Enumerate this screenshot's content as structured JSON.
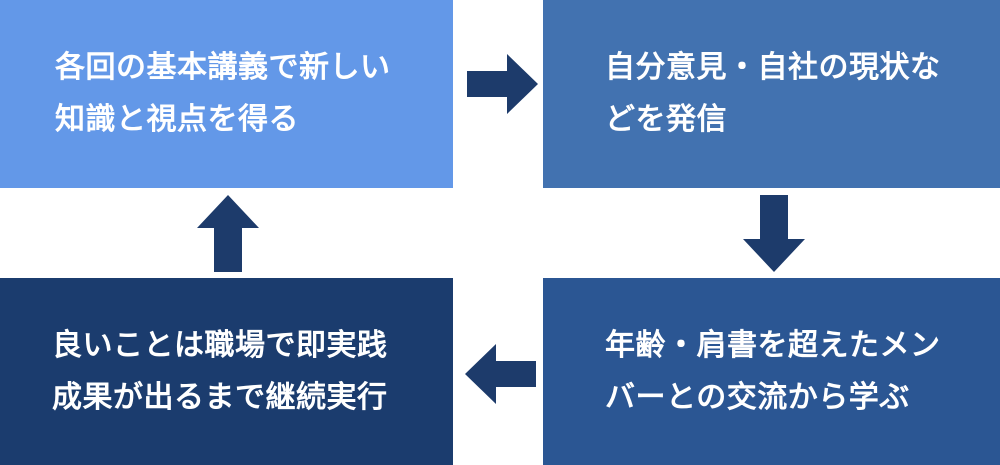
{
  "diagram": {
    "type": "clockwise-cycle",
    "title": "",
    "colors": {
      "box_top_left": "#6398E8",
      "box_top_right": "#4272B0",
      "box_bottom_left": "#1B3C6E",
      "box_bottom_right": "#2B5693",
      "arrow": "#1D3B6B",
      "text": "#FFFFFF",
      "background": "#FFFFFF"
    },
    "boxes": [
      {
        "id": "top-left",
        "step": 1,
        "text": "各回の基本講義で新しい\n知識と視点を得る",
        "lines": [
          "各回の基本講義で新しい",
          "知識と視点を得る"
        ],
        "color": "#6398E8"
      },
      {
        "id": "top-right",
        "step": 2,
        "text": "自分意見・自社の現状な\nどを発信",
        "lines": [
          "自分意見・自社の現状な",
          "どを発信"
        ],
        "color": "#4272B0"
      },
      {
        "id": "bottom-right",
        "step": 3,
        "text": "年齢・肩書を超えたメン\nバーとの交流から学ぶ",
        "lines": [
          "年齢・肩書を超えたメン",
          "バーとの交流から学ぶ"
        ],
        "color": "#2B5693"
      },
      {
        "id": "bottom-left",
        "step": 4,
        "text": "良いことは職場で即実践\n成果が出るまで継続実行",
        "lines": [
          "良いことは職場で即実践",
          "成果が出るまで継続実行"
        ],
        "color": "#1B3C6E"
      }
    ],
    "arrows": [
      {
        "id": "arrow-right",
        "direction": "right",
        "from": "top-left",
        "to": "top-right"
      },
      {
        "id": "arrow-down",
        "direction": "down",
        "from": "top-right",
        "to": "bottom-right"
      },
      {
        "id": "arrow-left",
        "direction": "left",
        "from": "bottom-right",
        "to": "bottom-left"
      },
      {
        "id": "arrow-up",
        "direction": "up",
        "from": "bottom-left",
        "to": "top-left"
      }
    ]
  }
}
